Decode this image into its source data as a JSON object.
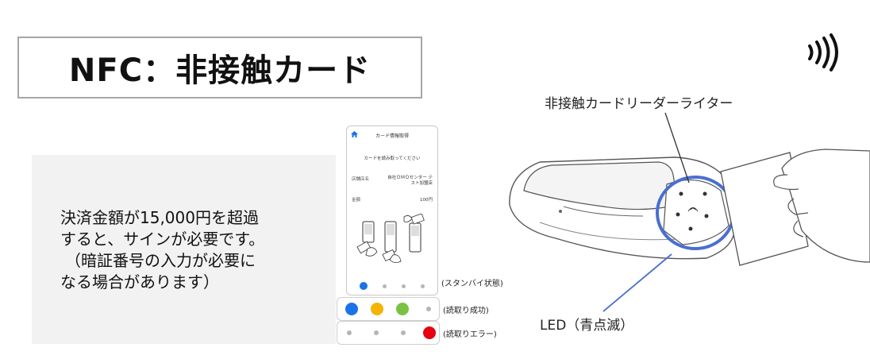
{
  "title": "NFC：非接触カード",
  "icons": {
    "nfc": "contactless-icon",
    "home": "home-icon"
  },
  "note": {
    "lines": [
      "決済金額が15,000円を超過",
      "すると、サインが必要です。",
      "（暗証番号の入力が必要に",
      "なる場合があります）"
    ]
  },
  "phone": {
    "title": "カード情報取得",
    "message": "カードを読み取ってください",
    "store_label": "店舗店名",
    "store_value": "自社ＯＭＯセンター テスト加盟店",
    "amount_label": "金額",
    "amount_value": "100円"
  },
  "status": {
    "standby": "(スタンバイ状態)",
    "success": "(読取り成功)",
    "error": "(読取りエラー)"
  },
  "colors": {
    "blue": "#1a73e8",
    "yellow": "#f4b400",
    "green": "#7cc242",
    "gray": "#b5b5b5",
    "red": "#e60012",
    "highlight": "#4a6fd1"
  },
  "device": {
    "reader_label": "非接触カードリーダーライター",
    "led_label": "LED（青点滅）"
  }
}
